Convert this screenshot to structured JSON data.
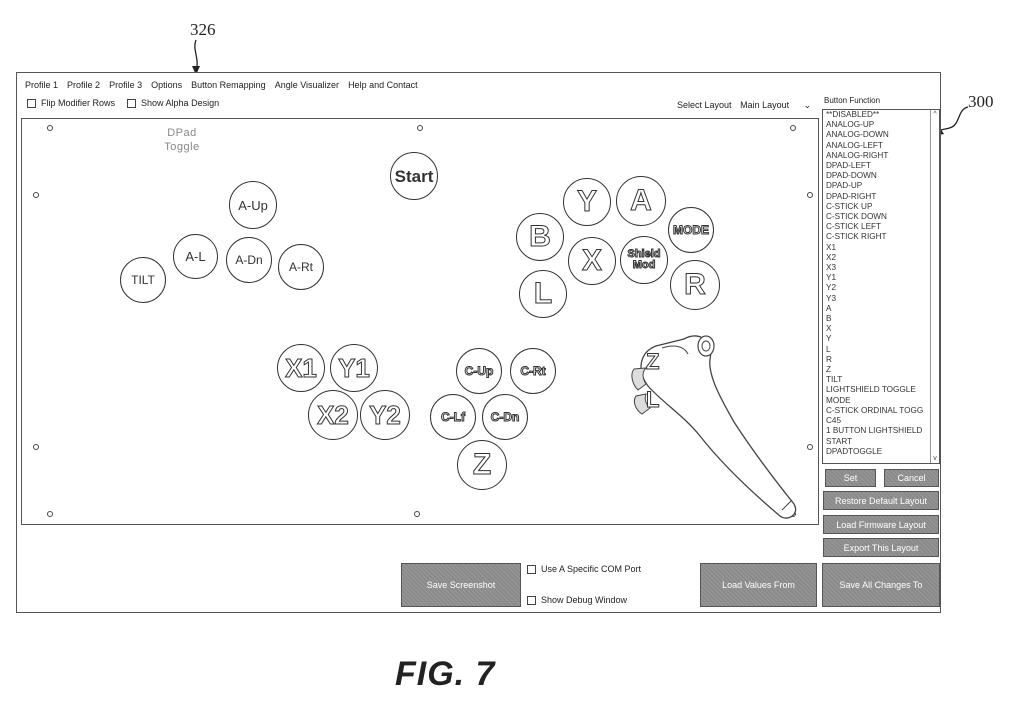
{
  "refs": {
    "ref_326": "326",
    "ref_300": "300"
  },
  "menu": [
    "Profile 1",
    "Profile 2",
    "Profile 3",
    "Options",
    "Button Remapping",
    "Angle Visualizer",
    "Help and Contact"
  ],
  "options": {
    "flip_modifier_rows": "Flip Modifier Rows",
    "show_alpha_design": "Show Alpha Design"
  },
  "layout": {
    "label": "Select Layout",
    "value": "Main Layout"
  },
  "canvas": {
    "dpad_toggle": "DPad Toggle",
    "buttons": {
      "start": "Start",
      "a_up": "A-Up",
      "a_l": "A-L",
      "a_dn": "A-Dn",
      "a_rt": "A-Rt",
      "tilt": "TILT",
      "y": "Y",
      "a": "A",
      "mode": "MODE",
      "b": "B",
      "x": "X",
      "shield_mod": "Shield Mod",
      "l": "L",
      "r": "R",
      "x1": "X1",
      "y1": "Y1",
      "x2": "X2",
      "y2": "Y2",
      "c_up": "C-Up",
      "c_rt": "C-Rt",
      "c_lf": "C-Lf",
      "c_dn": "C-Dn",
      "z": "Z"
    },
    "nunchuk": {
      "z": "Z",
      "l": "L"
    }
  },
  "button_function": {
    "label": "Button Function",
    "items": [
      "**DISABLED**",
      "ANALOG-UP",
      "ANALOG-DOWN",
      "ANALOG-LEFT",
      "ANALOG-RIGHT",
      "DPAD-LEFT",
      "DPAD-DOWN",
      "DPAD-UP",
      "DPAD-RIGHT",
      "C-STICK UP",
      "C-STICK DOWN",
      "C-STICK LEFT",
      "C-STICK RIGHT",
      "X1",
      "X2",
      "X3",
      "Y1",
      "Y2",
      "Y3",
      "A",
      "B",
      "X",
      "Y",
      "L",
      "R",
      "Z",
      "TILT",
      "LIGHTSHIELD TOGGLE",
      "MODE",
      "C-STICK ORDINAL TOGG",
      "C45",
      "1 BUTTON LIGHTSHIELD",
      "START",
      "DPADTOGGLE"
    ]
  },
  "actions": {
    "set": "Set",
    "cancel": "Cancel",
    "restore_default": "Restore Default Layout",
    "load_firmware": "Load Firmware Layout",
    "export": "Export This Layout",
    "save_screenshot": "Save Screenshot",
    "use_com_port": "Use A Specific COM Port",
    "show_debug": "Show Debug Window",
    "load_values": "Load Values From",
    "save_all": "Save All Changes To"
  },
  "figure_caption": "FIG. 7"
}
